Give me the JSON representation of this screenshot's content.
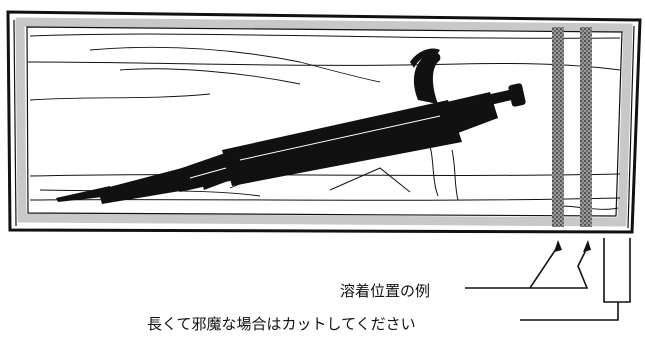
{
  "annotations": {
    "weld_position": "溶着位置の例",
    "cut_note": "長くて邪魔な場合はカットしてください"
  },
  "colors": {
    "ink": "#111111",
    "bag_border": "#c8c8c8",
    "seal_band": "#8a8a8a",
    "background": "#ffffff"
  },
  "icons": {
    "subject": "pipette-icon",
    "weld_mark": "seal-stripe"
  }
}
